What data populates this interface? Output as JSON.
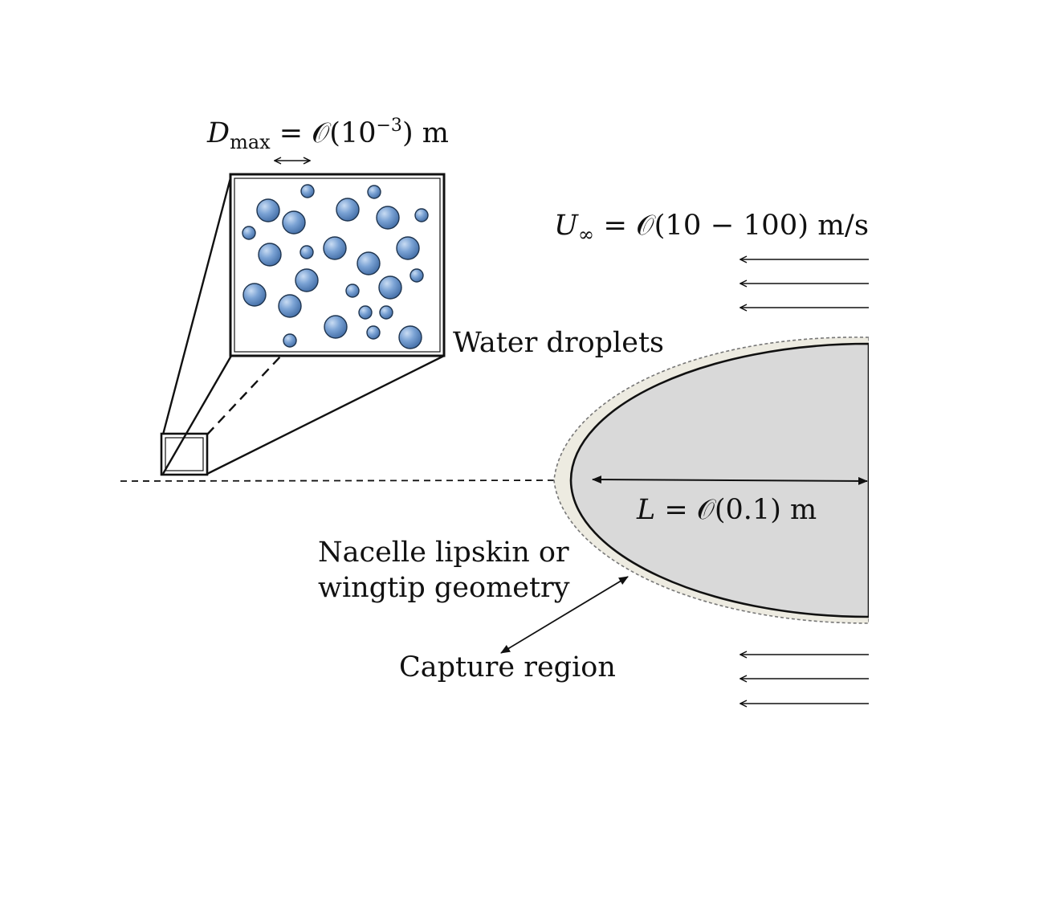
{
  "labels": {
    "d_max": {
      "symbol": "D",
      "subscript": "max",
      "rhs": " = 𝒪(10",
      "exponent": "−3",
      "tail": ") m"
    },
    "u_inf": {
      "symbol": "U",
      "subscript": "∞",
      "rhs": " = 𝒪(10 − 100) m/s"
    },
    "length": {
      "symbol": "L",
      "rhs": " = 𝒪(0.1) m"
    },
    "water_droplets": "Water droplets",
    "geometry_line1": "Nacelle lipskin or",
    "geometry_line2": "wingtip geometry",
    "capture_region": "Capture region"
  },
  "colors": {
    "droplet_fill": "#6a93c9",
    "droplet_stroke": "#1f3550",
    "body_fill": "#d9d9d9",
    "capture_fill": "#edebe1",
    "ink": "#111111"
  }
}
